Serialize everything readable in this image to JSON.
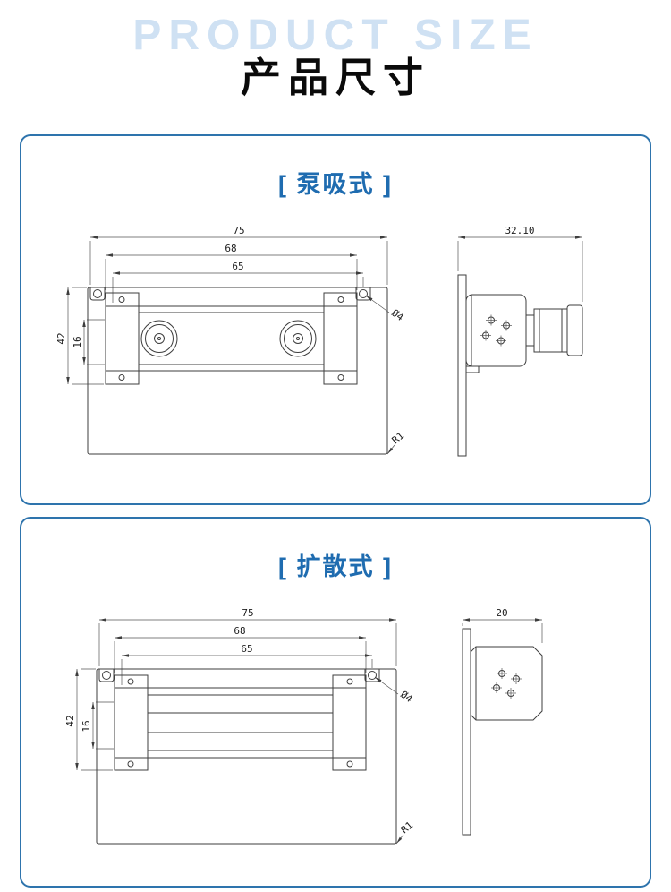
{
  "header": {
    "bg_title": "PRODUCT SIZE",
    "title": "产品尺寸"
  },
  "panels": [
    {
      "title": "[ 泵吸式 ]",
      "front": {
        "dim_75": "75",
        "dim_68": "68",
        "dim_65": "65",
        "dim_42": "42",
        "dim_16": "16",
        "dim_hole": "Ø4",
        "dim_corner": "R1"
      },
      "side": {
        "depth": "32.10"
      }
    },
    {
      "title": "[ 扩散式 ]",
      "front": {
        "dim_75": "75",
        "dim_68": "68",
        "dim_65": "65",
        "dim_42": "42",
        "dim_16": "16",
        "dim_hole": "Ø4",
        "dim_corner": "R1"
      },
      "side": {
        "depth": "20"
      }
    }
  ],
  "colors": {
    "panel_border": "#2e74ad",
    "title_blue": "#1f6cb0",
    "bg_title_blue": "#cfe1f3",
    "line": "#3d3d3d"
  }
}
